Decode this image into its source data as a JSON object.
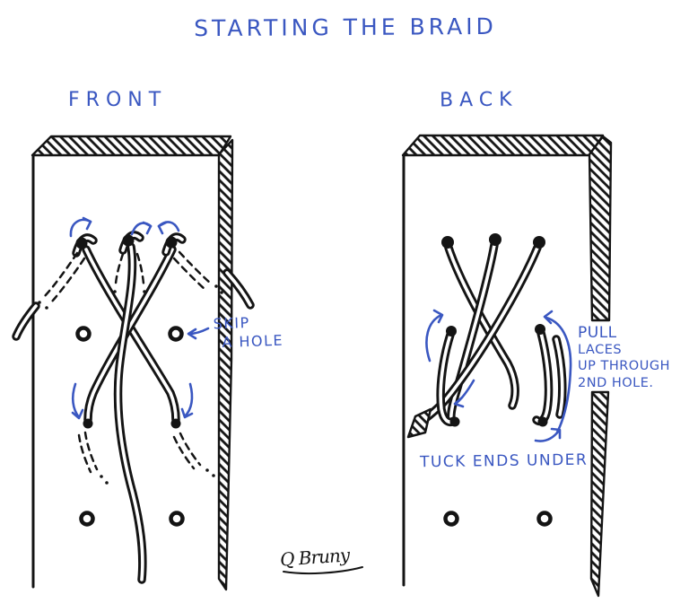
{
  "title": "STARTING THE BRAID",
  "panels": {
    "front": {
      "label": "FRONT"
    },
    "back": {
      "label": "BACK"
    }
  },
  "annotations": {
    "skip_a_hole": {
      "lines": [
        "SKIP",
        "A HOLE"
      ]
    },
    "pull_laces": {
      "lines": [
        "PULL",
        "LACES",
        "UP THROUGH",
        "2ND HOLE."
      ]
    },
    "tuck_ends": {
      "text": "TUCK ENDS UNDER"
    }
  },
  "signature": "Q Bruny",
  "icons": {
    "front_top_arrows": "fold-over-arrow-icon",
    "front_down_arrows": "pull-down-arrow-icon",
    "skip_pointer": "left-arrow-icon",
    "back_left_arrow": "curl-up-arrow-icon",
    "back_tuck_arrow": "tuck-down-arrow-icon",
    "back_bracket": "pull-up-bracket-arrow-icon"
  },
  "colors": {
    "ink": "#141414",
    "annotation_blue": "#3a57c1",
    "paper": "#ffffff"
  }
}
